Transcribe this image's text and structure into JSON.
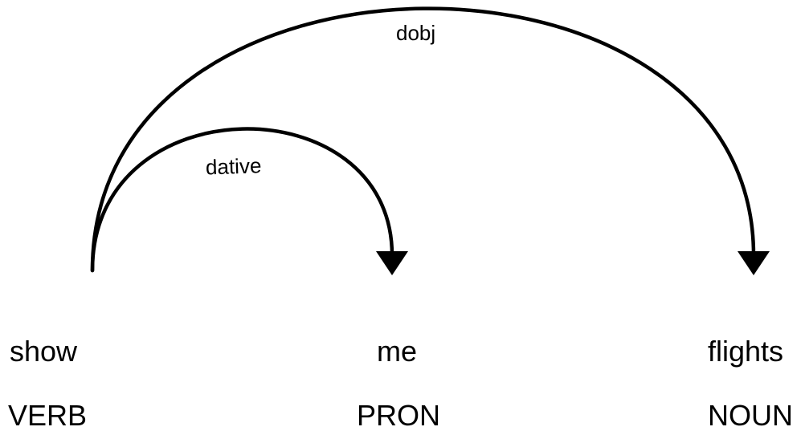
{
  "tokens": [
    {
      "word": "show",
      "tag": "VERB"
    },
    {
      "word": "me",
      "tag": "PRON"
    },
    {
      "word": "flights",
      "tag": "NOUN"
    }
  ],
  "arcs": [
    {
      "label": "dobj",
      "head": "show",
      "dependent": "flights"
    },
    {
      "label": "dative",
      "head": "show",
      "dependent": "me"
    }
  ],
  "colors": {
    "stroke": "#000000",
    "text": "#000000",
    "background": "#ffffff"
  }
}
